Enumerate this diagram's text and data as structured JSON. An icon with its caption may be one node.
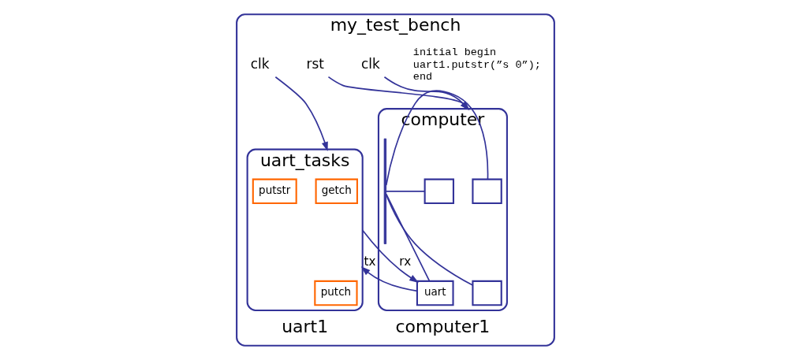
{
  "diagram": {
    "nodes": [
      {
        "text": [
          "my_test_bench"
        ]
      },
      {
        "text": [
          "clk"
        ],
        "in": 0
      },
      {
        "text": [
          "rst"
        ],
        "in": 0
      },
      {
        "text": [
          "computer"
        ],
        "beside": [
          "computer1"
        ],
        "in": 0
      },
      {
        "text": [],
        "shape": "box",
        "in": 3
      },
      {
        "text": [],
        "shape": "box",
        "in": 3
      },
      {
        "text": [],
        "shape": "box",
        "in": 3
      },
      {
        "text": [],
        "shape": "bar",
        "in": 3
      },
      {
        "text": [
          "uart"
        ],
        "in": 3
      },
      {
        "text": [
          "clk"
        ],
        "in": 0
      },
      {
        "text": [
          "uart_tasks"
        ],
        "beside": [
          "uart1"
        ],
        "in": 0
      },
      {
        "text": [
          "getch"
        ],
        "in": 10
      },
      {
        "text": [
          "putch"
        ],
        "in": 10
      },
      {
        "text": [
          "putstr"
        ],
        "in": 10
      }
    ],
    "edges": [
      {
        "from": 1,
        "to": 3,
        "arrow": "to"
      },
      {
        "from": 2,
        "to": 3,
        "arrow": "to"
      },
      {
        "from": 9,
        "to": 10,
        "arrow": "to"
      },
      {
        "from": 4,
        "to": 7,
        "arrow": "none"
      },
      {
        "from": 5,
        "to": 7,
        "arrow": "none"
      },
      {
        "from": 6,
        "to": 7,
        "arrow": "none"
      },
      {
        "from": 8,
        "to": 7,
        "arrow": "none"
      },
      {
        "from": 8,
        "to": 10,
        "arrow": "to",
        "label": "tx"
      },
      {
        "from": 10,
        "to": 8,
        "arrow": "to",
        "label": "rx"
      }
    ],
    "labels": [
      "initial begin",
      "uart1.putstr(”s 0”);",
      "end"
    ]
  }
}
